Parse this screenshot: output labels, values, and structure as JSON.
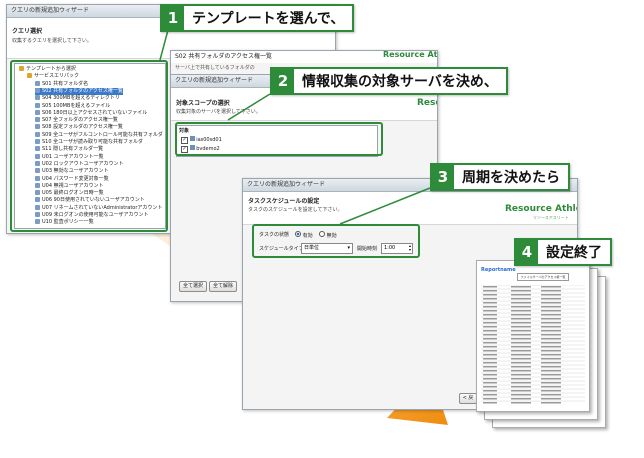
{
  "window1": {
    "title": "クエリの新規追加ウィザード",
    "header_title": "クエリ選択",
    "header_desc": "収集するクエリを選択して下さい。",
    "tree": [
      "テンプレートから選択",
      "サービスエリパック",
      "S01 共有フォルダ名",
      "S02 共有フォルダのアクセス権一覧",
      "S04 300MBを超えるディレクトリ",
      "S05 100MBを超えるファイル",
      "S06 180日以上アクセスされていないファイル",
      "S07 全フォルダのアクセス権一覧",
      "S08 設定フォルダのアクセス権一覧",
      "S09 全ユーザがフルコントロール可能な共有フォルダ",
      "S10 全ユーザが読み取り可能な共有フォルダ",
      "S11 隠し共有フォルダ一覧",
      "U01 ユーザアカウント一覧",
      "U02 ロックアウトユーザアカウント",
      "U03 無効なユーザアカウント",
      "U04 パスワード変更対象一覧",
      "U04 無視ユーザアカウント",
      "U05 最終ログオン日時一覧",
      "U06 90日使用されていないユーザアカウント",
      "U07 リネームされていないAdministratorアカウント",
      "U09 未ログオンの使用可能なユーザアカウント",
      "U10 監査ポリシー一覧"
    ],
    "selected_index": 3
  },
  "window2": {
    "title": "クエリの新規追加ウィザード",
    "subtitle": "S02 共有フォルダのアクセス権一覧",
    "subtitle_desc": "サーバ上で共有しているフォルダの",
    "header_title": "対象スコープの選択",
    "header_desc": "収集対象のサーバを選択して下さい。",
    "list_header": "対象",
    "servers": [
      "ias00sd01",
      "bvdemo2"
    ],
    "select_all": "全て選択",
    "deselect_all": "全て解除"
  },
  "window3": {
    "title": "クエリの新規追加ウィザード",
    "header_title": "タスクスケジュールの設定",
    "header_desc": "タスクのスケジュールを設定して下さい。",
    "status_label": "タスクの状態",
    "enabled": "有効",
    "disabled": "無効",
    "schedule_type_label": "スケジュールタイプ",
    "schedule_type_value": "日単位",
    "start_time_label": "開始時刻",
    "start_time_value": "1:00",
    "back_button": "< 戻"
  },
  "brand": {
    "name": "Resource Athlete",
    "sub": "リソースアスリート",
    "color": "#2e8b3a"
  },
  "callouts": [
    {
      "num": "1",
      "text": "テンプレートを選んで、"
    },
    {
      "num": "2",
      "text": "情報収集の対象サーバを決め、"
    },
    {
      "num": "3",
      "text": "周期を決めたら"
    },
    {
      "num": "4",
      "text": "設定終了"
    }
  ],
  "report": {
    "title": "Reportname",
    "header_label": "ファイルサーバのアクセス権一覧"
  },
  "arrow_color": "#f39a1e"
}
